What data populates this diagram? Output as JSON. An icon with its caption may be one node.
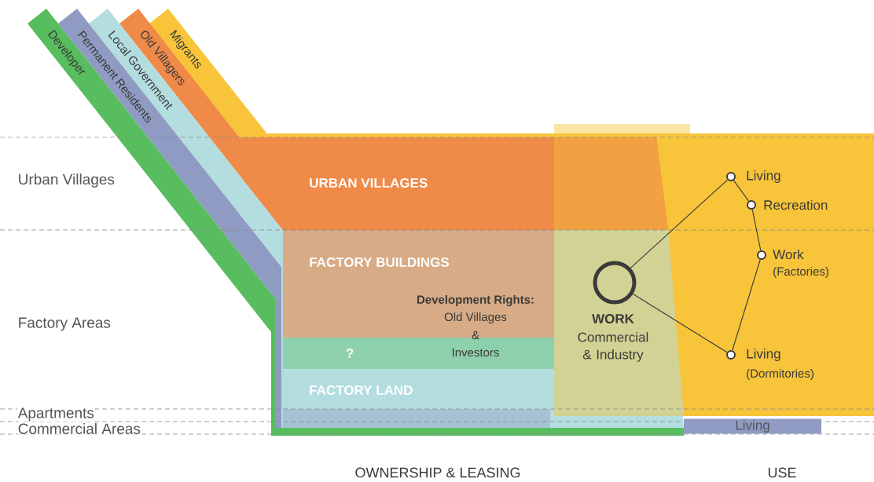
{
  "diagram": {
    "nodes": [
      {
        "text": [
          "Developer"
        ]
      },
      {
        "text": [
          "Permanent Residents"
        ]
      },
      {
        "text": [
          "Local Government"
        ]
      },
      {
        "text": [
          "Old Villagers"
        ]
      },
      {
        "text": [
          "Migrants"
        ]
      },
      {
        "text": [
          "WORK",
          "Commercial & Industry"
        ],
        "in": 2
      },
      {
        "text": [
          "Living"
        ],
        "in": 4
      },
      {
        "text": [
          "Recreation"
        ],
        "in": 4
      },
      {
        "text": [
          "Work",
          "(Factories)"
        ],
        "in": 4
      },
      {
        "text": [
          "Living",
          "(Dormitories)"
        ],
        "in": 4
      },
      {
        "text": [
          "Living"
        ]
      }
    ],
    "edges": [
      {
        "from": 5,
        "to": 6,
        "arrow": "none"
      },
      {
        "from": 5,
        "to": 9,
        "arrow": "none"
      },
      {
        "from": 6,
        "to": 7,
        "arrow": "none"
      },
      {
        "from": 7,
        "to": 8,
        "arrow": "none"
      },
      {
        "from": 8,
        "to": 9,
        "arrow": "none"
      }
    ],
    "labels": [
      "Urban Villages",
      "URBAN VILLAGES",
      "FACTORY BUILDINGS",
      "Factory Areas",
      "Development Rights:",
      "Old Villages",
      "&",
      "Investors",
      "?",
      "FACTORY LAND",
      "Apartments",
      "Commercial Areas",
      "OWNERSHIP & LEASING",
      "USE"
    ]
  }
}
